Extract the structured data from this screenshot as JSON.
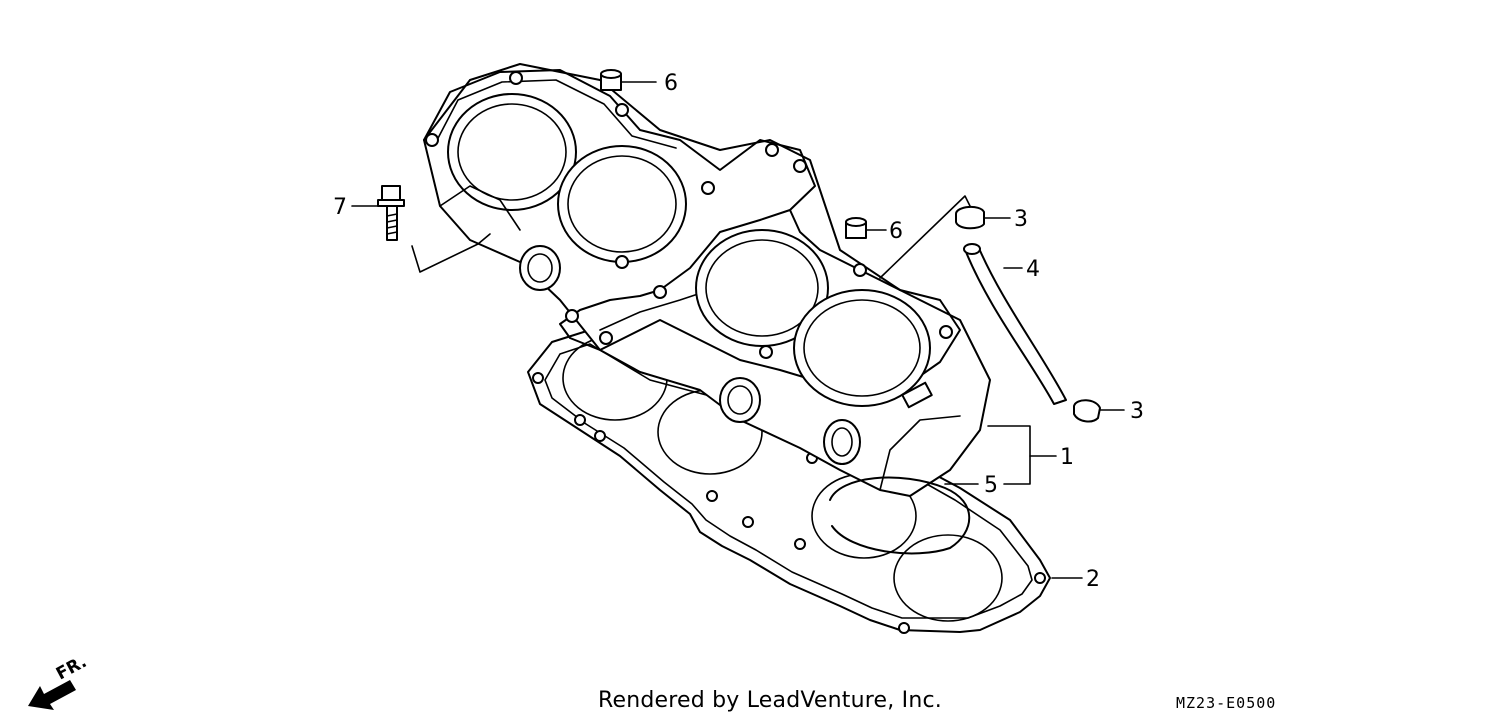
{
  "diagram": {
    "callouts": [
      {
        "id": "1",
        "label": "1"
      },
      {
        "id": "2",
        "label": "2"
      },
      {
        "id": "3a",
        "label": "3"
      },
      {
        "id": "3b",
        "label": "3"
      },
      {
        "id": "4",
        "label": "4"
      },
      {
        "id": "5",
        "label": "5"
      },
      {
        "id": "6a",
        "label": "6"
      },
      {
        "id": "6b",
        "label": "6"
      },
      {
        "id": "7",
        "label": "7"
      }
    ],
    "direction_label": "FR.",
    "credit": "Rendered by LeadVenture, Inc.",
    "diagram_code": "MZ23-E0500"
  }
}
